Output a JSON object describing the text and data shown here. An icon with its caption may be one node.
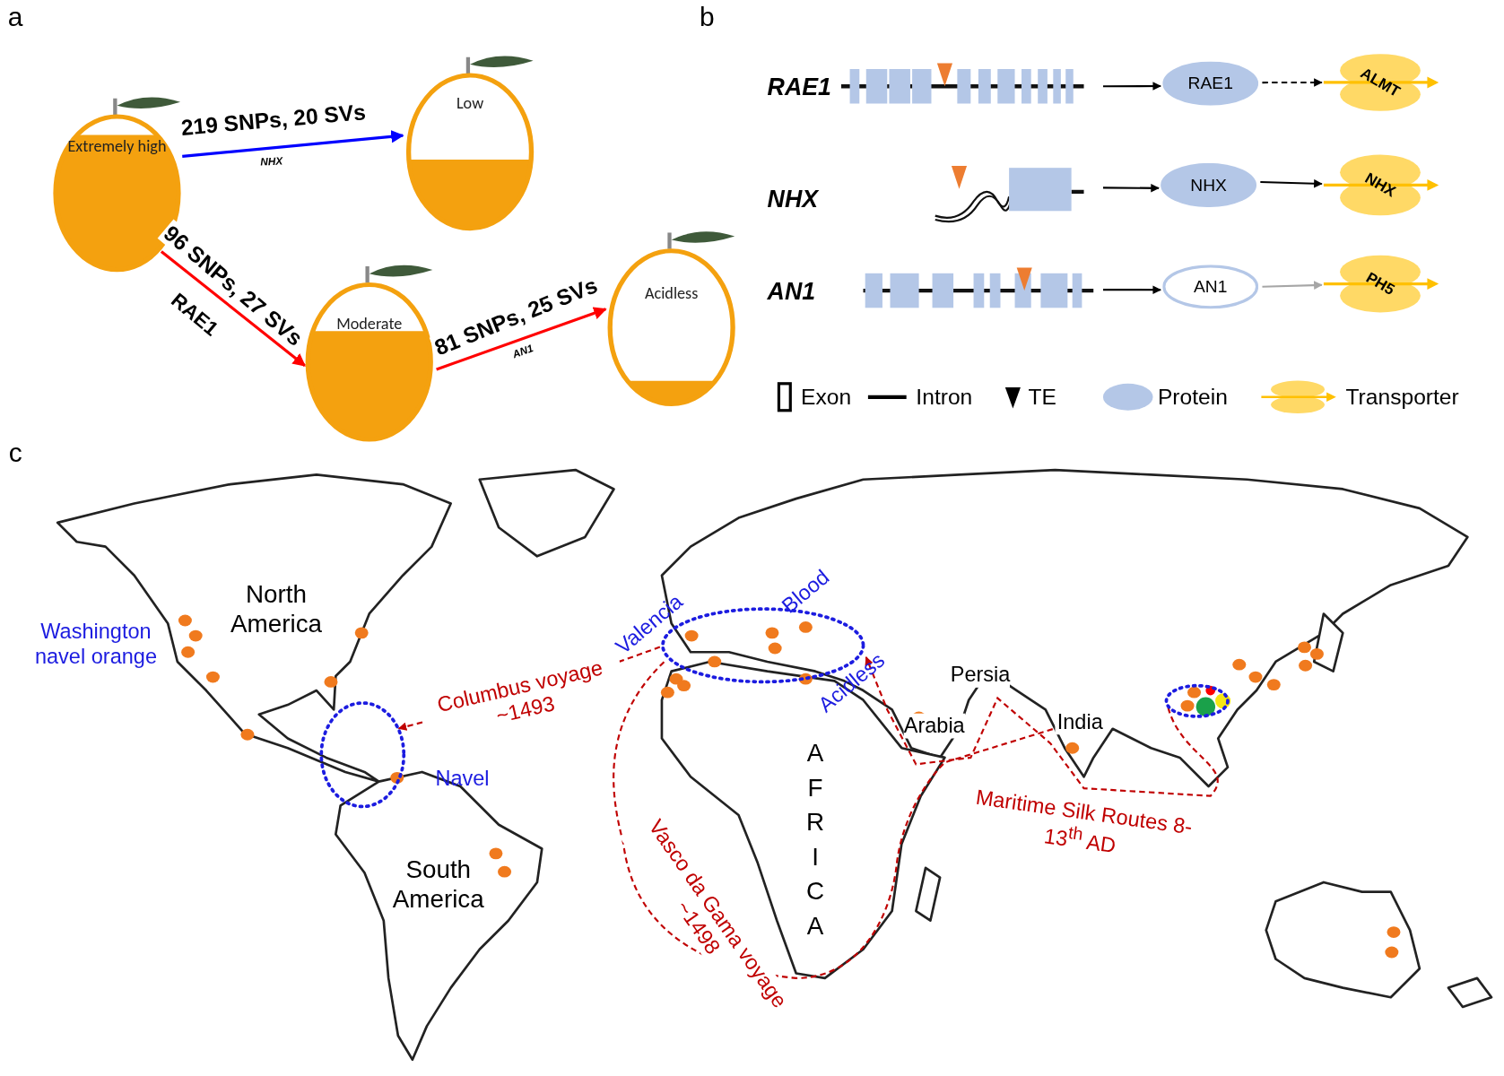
{
  "diagram": {
    "nodes": [
      {
        "text": [
          "Extremely high"
        ]
      },
      {
        "text": [
          "Low"
        ]
      },
      {
        "text": [
          "Moderate"
        ]
      },
      {
        "text": [
          "Acidless"
        ]
      },
      {
        "text": [
          "RAE1"
        ]
      },
      {
        "text": [
          "RAE1"
        ]
      },
      {
        "text": [
          "ALMT"
        ]
      },
      {
        "text": [
          "NHX"
        ]
      },
      {
        "text": [
          "NHX"
        ]
      },
      {
        "text": [
          "NHX"
        ]
      },
      {
        "text": [
          "AN1"
        ]
      },
      {
        "text": [
          "AN1"
        ]
      },
      {
        "text": [
          "PH5"
        ]
      },
      {
        "text": [],
        "shape": "ellipse",
        "beside": [
          "Navel"
        ]
      },
      {
        "text": [],
        "shape": "ellipse",
        "beside": [
          "Valencia",
          "Blood",
          "Acidless"
        ]
      },
      {
        "text": [],
        "shape": "ellipse"
      },
      {
        "text": [
          "India"
        ]
      }
    ],
    "edges": [
      {
        "from": 0,
        "to": 1,
        "arrow": "to",
        "label": "219 SNPs, 20 SVs",
        "color": "#0000ff"
      },
      {
        "from": 0,
        "to": 2,
        "arrow": "to",
        "label": "96 SNPs, 27 SVs",
        "color": "#ff0000"
      },
      {
        "from": 2,
        "to": 3,
        "arrow": "to",
        "label": "81 SNPs, 25 SVs",
        "color": "#ff0000"
      },
      {
        "from": 4,
        "to": 5,
        "arrow": "to"
      },
      {
        "from": 5,
        "to": 6,
        "arrow": "to",
        "style": "dashed"
      },
      {
        "from": 7,
        "to": 8,
        "arrow": "to"
      },
      {
        "from": 8,
        "to": 9,
        "arrow": "to"
      },
      {
        "from": 10,
        "to": 11,
        "arrow": "to"
      },
      {
        "from": 11,
        "to": 12,
        "arrow": "to",
        "color": "#a6a6a6"
      },
      {
        "from": 14,
        "to": 13,
        "arrow": "to",
        "style": "dashed",
        "color": "#c00000",
        "label": "Columbus voyage ~1493"
      },
      {
        "from": 14,
        "to": 16,
        "arrow": "none",
        "style": "dashed",
        "color": "#c00000",
        "label": "Vasco da Gama voyage ~1498"
      },
      {
        "from": 15,
        "to": 14,
        "arrow": "to",
        "style": "dashed",
        "color": "#c00000",
        "label": "Maritime Silk Routes 8-13$^{th}$ AD"
      }
    ],
    "labels": [
      "a",
      "b",
      "NHX",
      "RAE1",
      "AN1",
      "c",
      "Washington navel orange",
      "North America",
      "South America",
      "AFRICA",
      "Persia",
      "Arabia"
    ],
    "legend": [
      {
        "text": "Exon"
      },
      {
        "text": "Intron"
      },
      {
        "text": "TE"
      },
      {
        "text": "Protein"
      },
      {
        "text": "Transporter"
      }
    ]
  }
}
